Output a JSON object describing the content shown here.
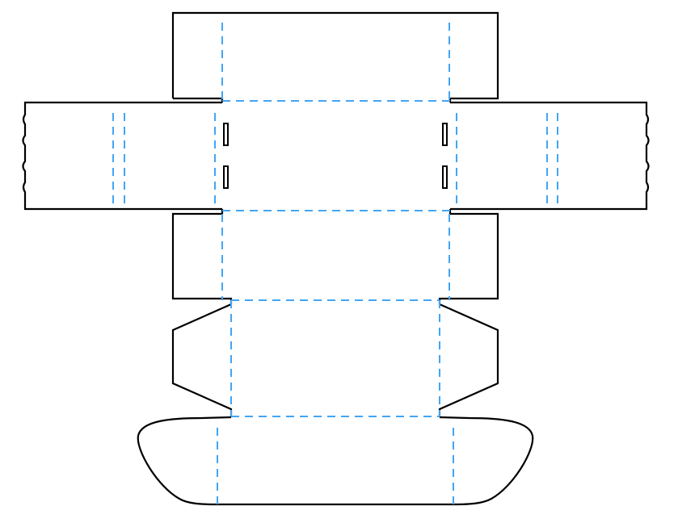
{
  "diagram": {
    "type": "box-dieline",
    "colors": {
      "cut_line": "#000000",
      "fold_line": "#42a5f5",
      "background": "#ffffff"
    },
    "legend_semantics": {
      "solid": "cut",
      "dashed": "fold"
    }
  }
}
